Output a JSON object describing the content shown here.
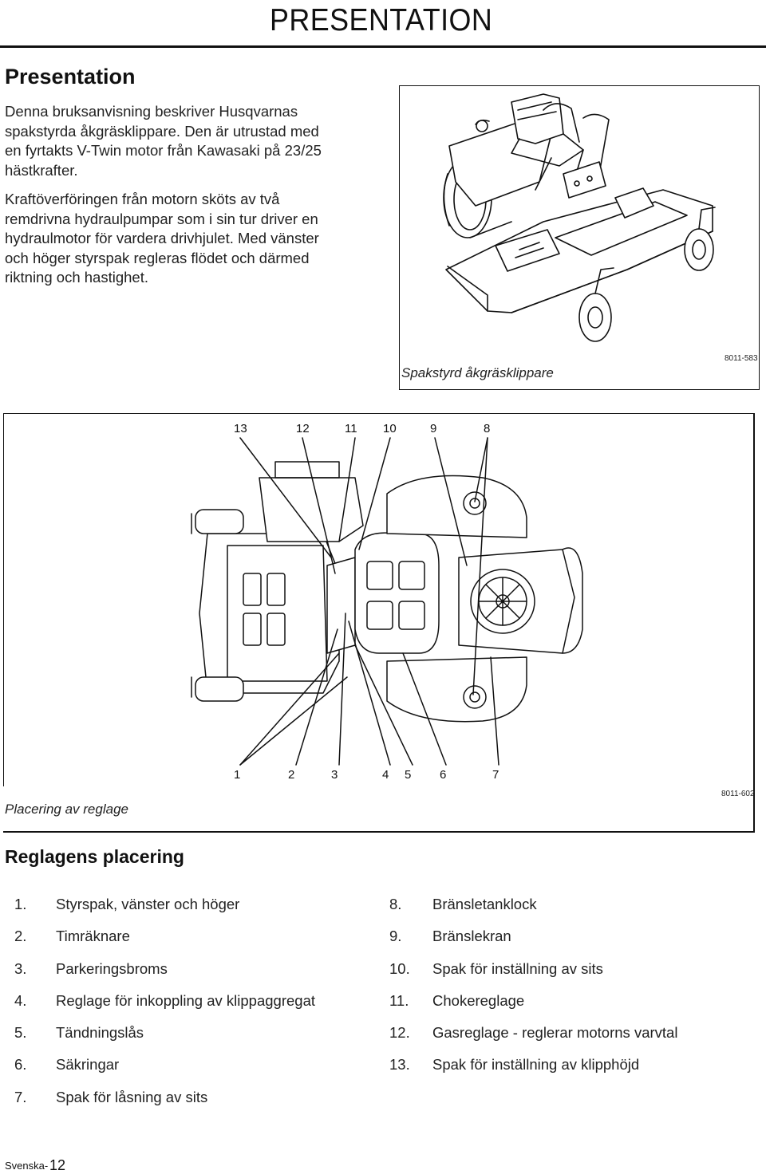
{
  "header": {
    "title": "PRESENTATION"
  },
  "section": {
    "title": "Presentation"
  },
  "intro": {
    "paragraph1": "Denna bruksanvisning beskriver Husqvarnas spakstyrda åkgräsklippare. Den är utrustad med en fyrtakts V-Twin motor från Kawasaki på 23/25 hästkrafter.",
    "paragraph2": "Kraftöverföringen från motorn sköts av två remdrivna hydraulpumpar som i sin tur driver en hydraulmotor för vardera drivhjulet. Med vänster och höger styrspak regleras flödet och därmed riktning och hastighet."
  },
  "figure1": {
    "caption": "Spakstyrd åkgräsklippare",
    "code": "8011-583",
    "icon": "riding-mower-illustration"
  },
  "figure2": {
    "caption": "Placering av reglage",
    "code": "8011-602",
    "icon": "mower-top-view-illustration",
    "top_callouts": [
      "13",
      "12",
      "11",
      "10",
      "9",
      "8"
    ],
    "bottom_callouts": [
      "1",
      "2",
      "3",
      "4",
      "5",
      "6",
      "7"
    ]
  },
  "controls": {
    "title": "Reglagens placering",
    "left": [
      {
        "num": "1.",
        "label": "Styrspak, vänster och höger"
      },
      {
        "num": "2.",
        "label": "Timräknare"
      },
      {
        "num": "3.",
        "label": "Parkeringsbroms"
      },
      {
        "num": "4.",
        "label": "Reglage för inkoppling av klippaggregat"
      },
      {
        "num": "5.",
        "label": "Tändningslås"
      },
      {
        "num": "6.",
        "label": "Säkringar"
      },
      {
        "num": "7.",
        "label": "Spak för låsning av sits"
      }
    ],
    "right": [
      {
        "num": "8.",
        "label": "Bränsletanklock"
      },
      {
        "num": "9.",
        "label": "Bränslekran"
      },
      {
        "num": "10.",
        "label": "Spak för inställning av sits"
      },
      {
        "num": "11.",
        "label": "Chokereglage"
      },
      {
        "num": "12.",
        "label": "Gasreglage - reglerar motorns varvtal"
      },
      {
        "num": "13.",
        "label": "Spak för inställning av klipphöjd"
      }
    ]
  },
  "footer": {
    "label": "Svenska-",
    "page": "12"
  }
}
